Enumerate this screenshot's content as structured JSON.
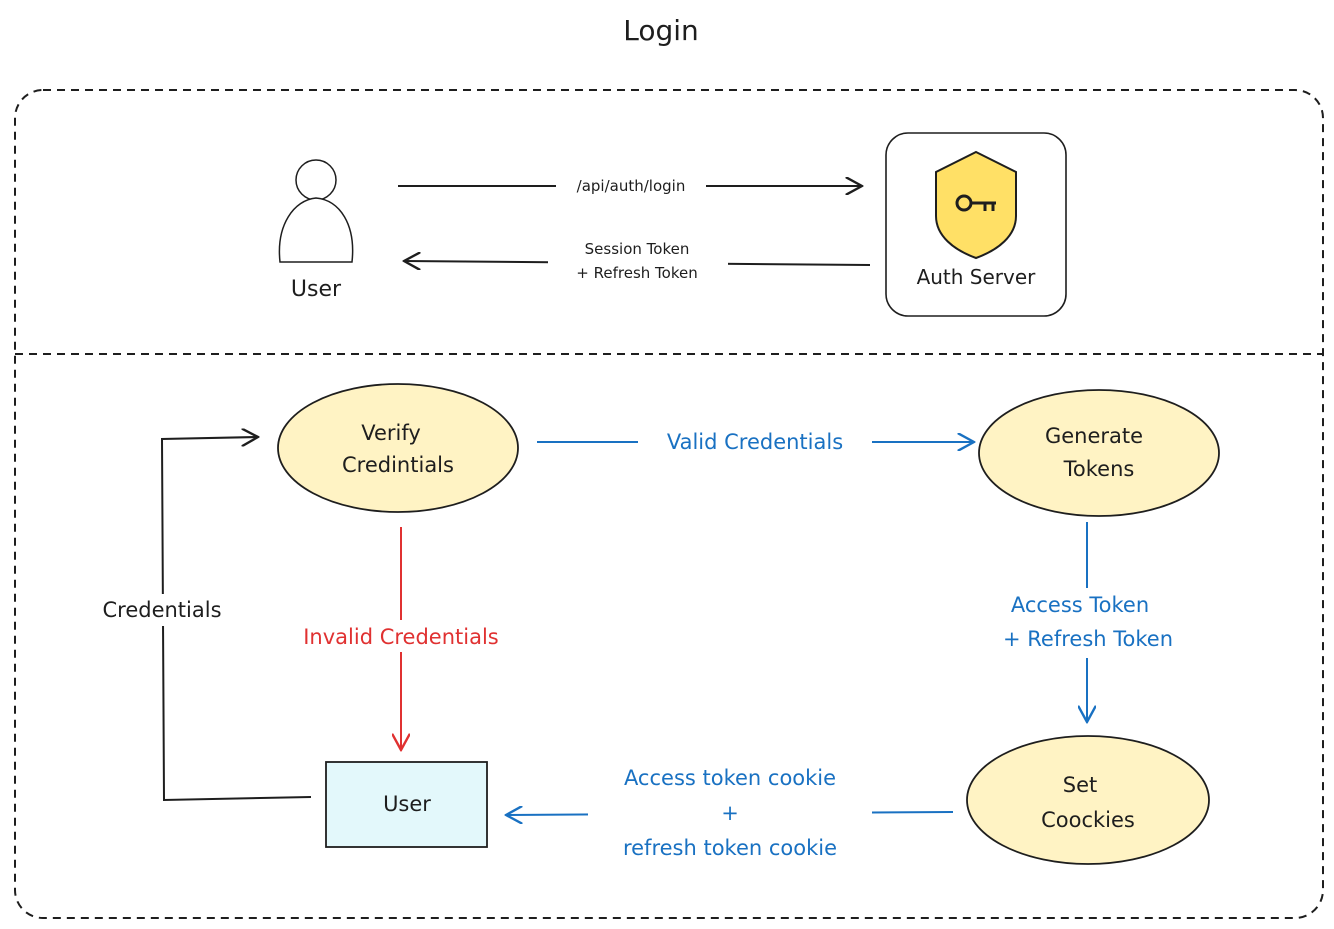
{
  "title": "Login",
  "top": {
    "user_label": "User",
    "auth_server_label": "Auth Server",
    "request_label": "/api/auth/login",
    "response_line1": "Session Token",
    "response_line2": "+ Refresh Token"
  },
  "flow": {
    "verify_line1": "Verify",
    "verify_line2": "Credintials",
    "generate_line1": "Generate",
    "generate_line2": "Tokens",
    "set_line1": "Set",
    "set_line2": "Coockies",
    "user_box_label": "User",
    "valid_label": "Valid Credentials",
    "invalid_label": "Invalid Credentials",
    "credentials_label": "Credentials",
    "tokens_line1": "Access Token",
    "tokens_line2": "+ Refresh Token",
    "cookies_line1": "Access token cookie",
    "cookies_line2": "+",
    "cookies_line3": "refresh token cookie"
  },
  "colors": {
    "ink": "#1e1e1e",
    "blue": "#1971c2",
    "red": "#e03131",
    "ellipse_fill": "#fff3c4",
    "box_fill": "#e3f8fb",
    "shield_fill": "#ffe066"
  }
}
